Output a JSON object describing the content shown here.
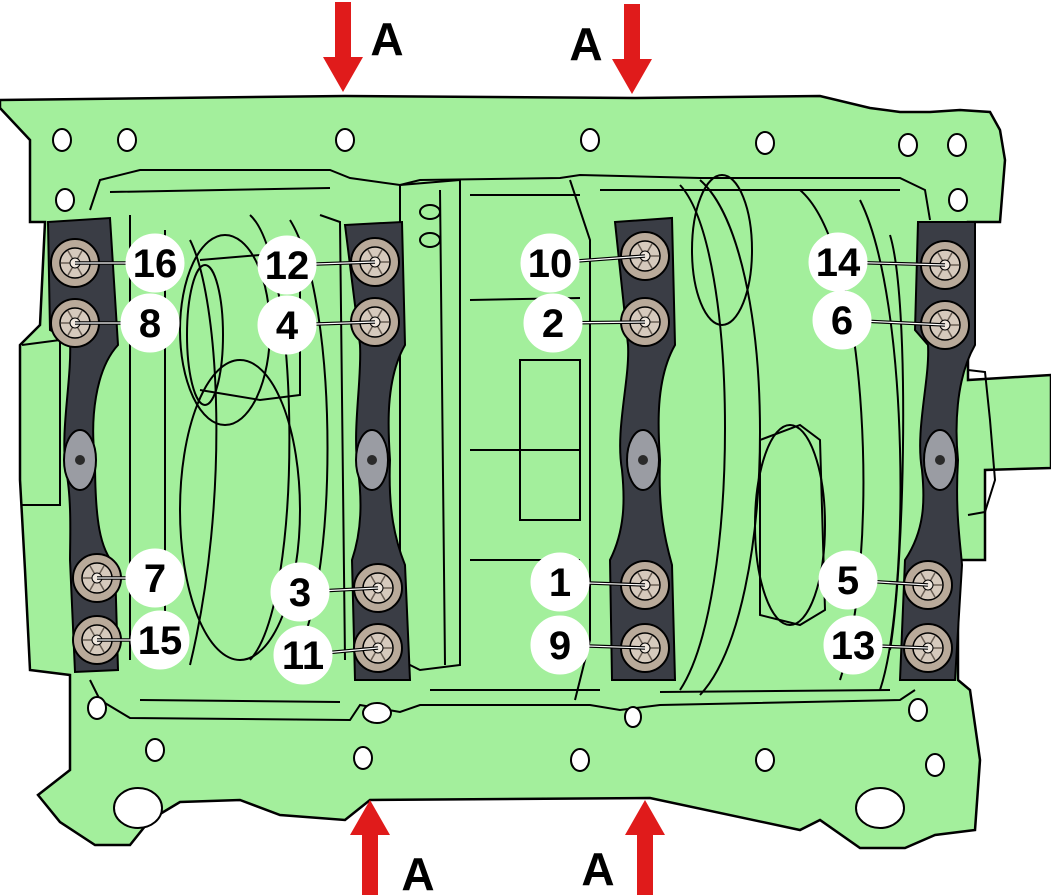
{
  "colors": {
    "plate": "#a3ef9c",
    "arrow": "#e01b1b",
    "cap": "#3a3d45",
    "bolt": "#b9aa9a",
    "callout_fill": "#ffffff"
  },
  "arrows": [
    {
      "id": "top-left",
      "label": "A"
    },
    {
      "id": "top-right",
      "label": "A"
    },
    {
      "id": "bottom-left",
      "label": "A"
    },
    {
      "id": "bottom-right",
      "label": "A"
    }
  ],
  "bolts": [
    {
      "label": "16"
    },
    {
      "label": "8"
    },
    {
      "label": "7"
    },
    {
      "label": "15"
    },
    {
      "label": "12"
    },
    {
      "label": "4"
    },
    {
      "label": "3"
    },
    {
      "label": "11"
    },
    {
      "label": "10"
    },
    {
      "label": "2"
    },
    {
      "label": "1"
    },
    {
      "label": "9"
    },
    {
      "label": "14"
    },
    {
      "label": "6"
    },
    {
      "label": "5"
    },
    {
      "label": "13"
    }
  ]
}
